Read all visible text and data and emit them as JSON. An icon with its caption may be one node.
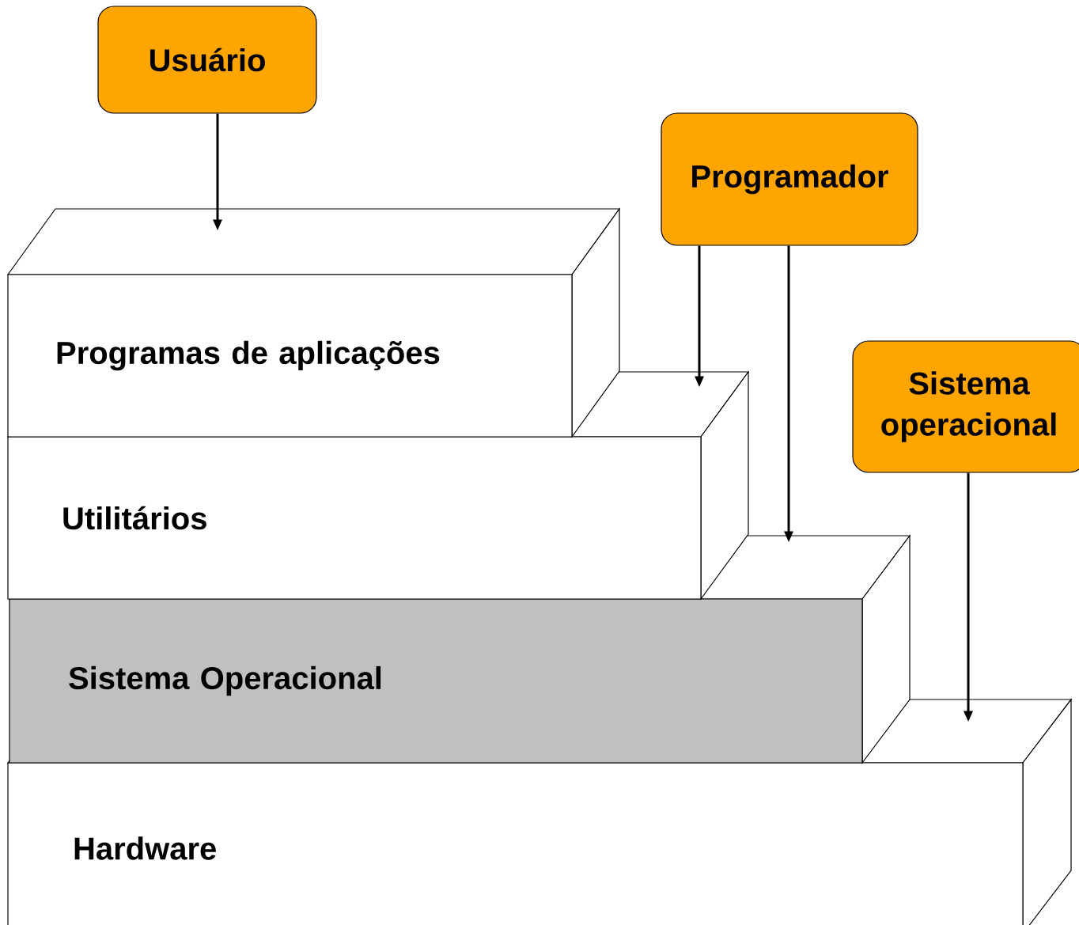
{
  "diagram": {
    "nodes": [
      {
        "text": [
          "Usuário"
        ]
      },
      {
        "text": [
          "Programador"
        ]
      },
      {
        "text": [
          "Sistema operacional"
        ]
      },
      {
        "text": [
          "Programas de aplicações"
        ]
      },
      {
        "text": [
          "Utilitários"
        ]
      },
      {
        "text": [
          "Sistema Operacional"
        ]
      },
      {
        "text": [
          "Hardware"
        ]
      }
    ],
    "edges": [
      {
        "from": 0,
        "to": 3,
        "arrow": "to"
      },
      {
        "from": 1,
        "to": 4,
        "arrow": "to"
      },
      {
        "from": 1,
        "to": 5,
        "arrow": "to"
      },
      {
        "from": 2,
        "to": 6,
        "arrow": "to"
      }
    ]
  }
}
